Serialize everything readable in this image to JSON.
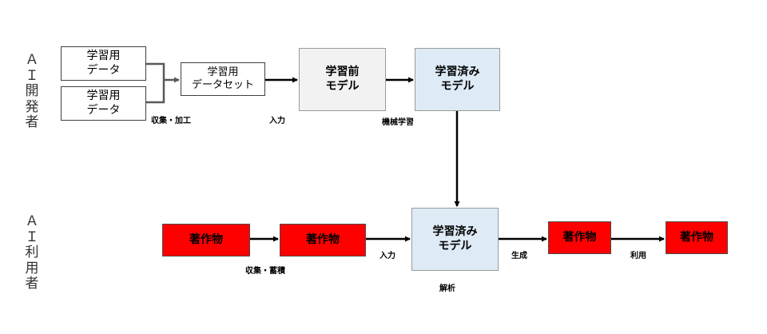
{
  "row_labels": {
    "developer": "Ａ\nＩ\n開\n発\n者",
    "user": "Ａ\nＩ\n利\n用\n者"
  },
  "developer_row": {
    "data_1": "学習用\nデータ",
    "data_2": "学習用\nデータ",
    "dataset": "学習用\nデータセット",
    "pretrained_model": "学習前\nモデル",
    "trained_model": "学習済み\nモデル",
    "step_collect_process": "収集・加工",
    "step_input": "入力",
    "step_machine_learning": "機械学習"
  },
  "user_row": {
    "work_1": "著作物",
    "work_2": "著作物",
    "trained_model": "学習済み\nモデル",
    "work_3": "著作物",
    "work_4": "著作物",
    "step_collect_store": "収集・蓄積",
    "step_input": "入力",
    "step_analysis": "解析",
    "step_generate": "生成",
    "step_use": "利用"
  },
  "colors": {
    "work_box": "#ff0000",
    "model_box": "#deebf7",
    "pretrained_box": "#f2f2f2",
    "arrow": "#000000",
    "merge_arrow": "#595959"
  }
}
